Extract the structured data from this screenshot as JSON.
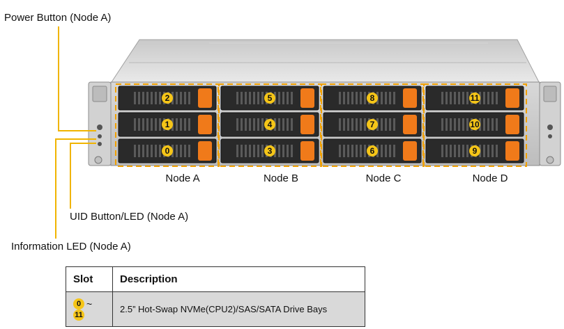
{
  "callouts": {
    "power": "Power Button (Node A)",
    "uid": "UID  Button/LED (Node A)",
    "info": "Information  LED (Node A)"
  },
  "nodes": [
    "Node A",
    "Node B",
    "Node C",
    "Node D"
  ],
  "drive_slots": [
    "2",
    "1",
    "0",
    "5",
    "4",
    "3",
    "8",
    "7",
    "6",
    "11",
    "10",
    "9"
  ],
  "table": {
    "headers": {
      "slot": "Slot",
      "description": "Description"
    },
    "row": {
      "slot_from": "0",
      "slot_sep": "~",
      "slot_to": "11",
      "description": "2.5” Hot-Swap NVMe(CPU2)/SAS/SATA  Drive Bays"
    }
  },
  "colors": {
    "callout_line": "#f0b400",
    "badge": "#f5c518",
    "drive_latch": "#f07a1a",
    "dashed_outline": "#f0a000"
  }
}
